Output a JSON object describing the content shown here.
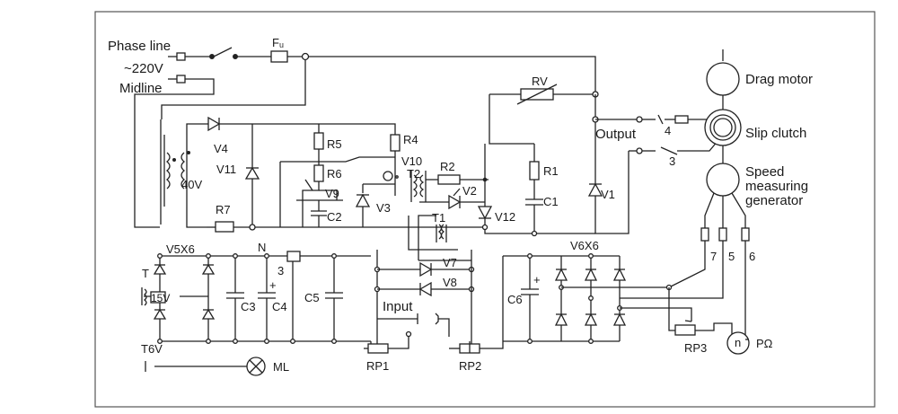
{
  "labels": {
    "phase_line": "Phase line",
    "voltage_220": "~220V",
    "midline": "Midline",
    "fuse": "Fᵤ",
    "rv": "RV",
    "output": "Output",
    "drag_motor": "Drag motor",
    "slip_clutch": "Slip clutch",
    "speed_1": "Speed",
    "speed_2": "measuring",
    "speed_3": "generator",
    "term_4": "4",
    "term_3": "3",
    "term_7": "7",
    "term_5": "5",
    "term_6": "6",
    "v4": "V4",
    "v11": "V11",
    "v40": "40V",
    "r7": "R7",
    "r5": "R5",
    "r6": "R6",
    "v9": "V9",
    "c2": "C2",
    "r4": "R4",
    "v10": "V10",
    "t2": "T2",
    "v3": "V3",
    "r2": "R2",
    "v2": "V2",
    "t1": "T1",
    "v12": "V12",
    "r1": "R1",
    "c1": "C1",
    "v1": "V1",
    "v5x6": "V5X6",
    "n": "N",
    "t": "T",
    "v15": "15V",
    "c3": "C3",
    "c4": "C4",
    "c5": "C5",
    "three_inner": "3",
    "v7": "V7",
    "v8": "V8",
    "input": "Input",
    "c6": "C6",
    "v6x6": "V6X6",
    "t6v": "T6V",
    "ml": "ML",
    "rp1": "RP1",
    "rp2": "RP2",
    "rp3": "RP3",
    "n_gen": "n",
    "p_omega": "PΩ"
  }
}
